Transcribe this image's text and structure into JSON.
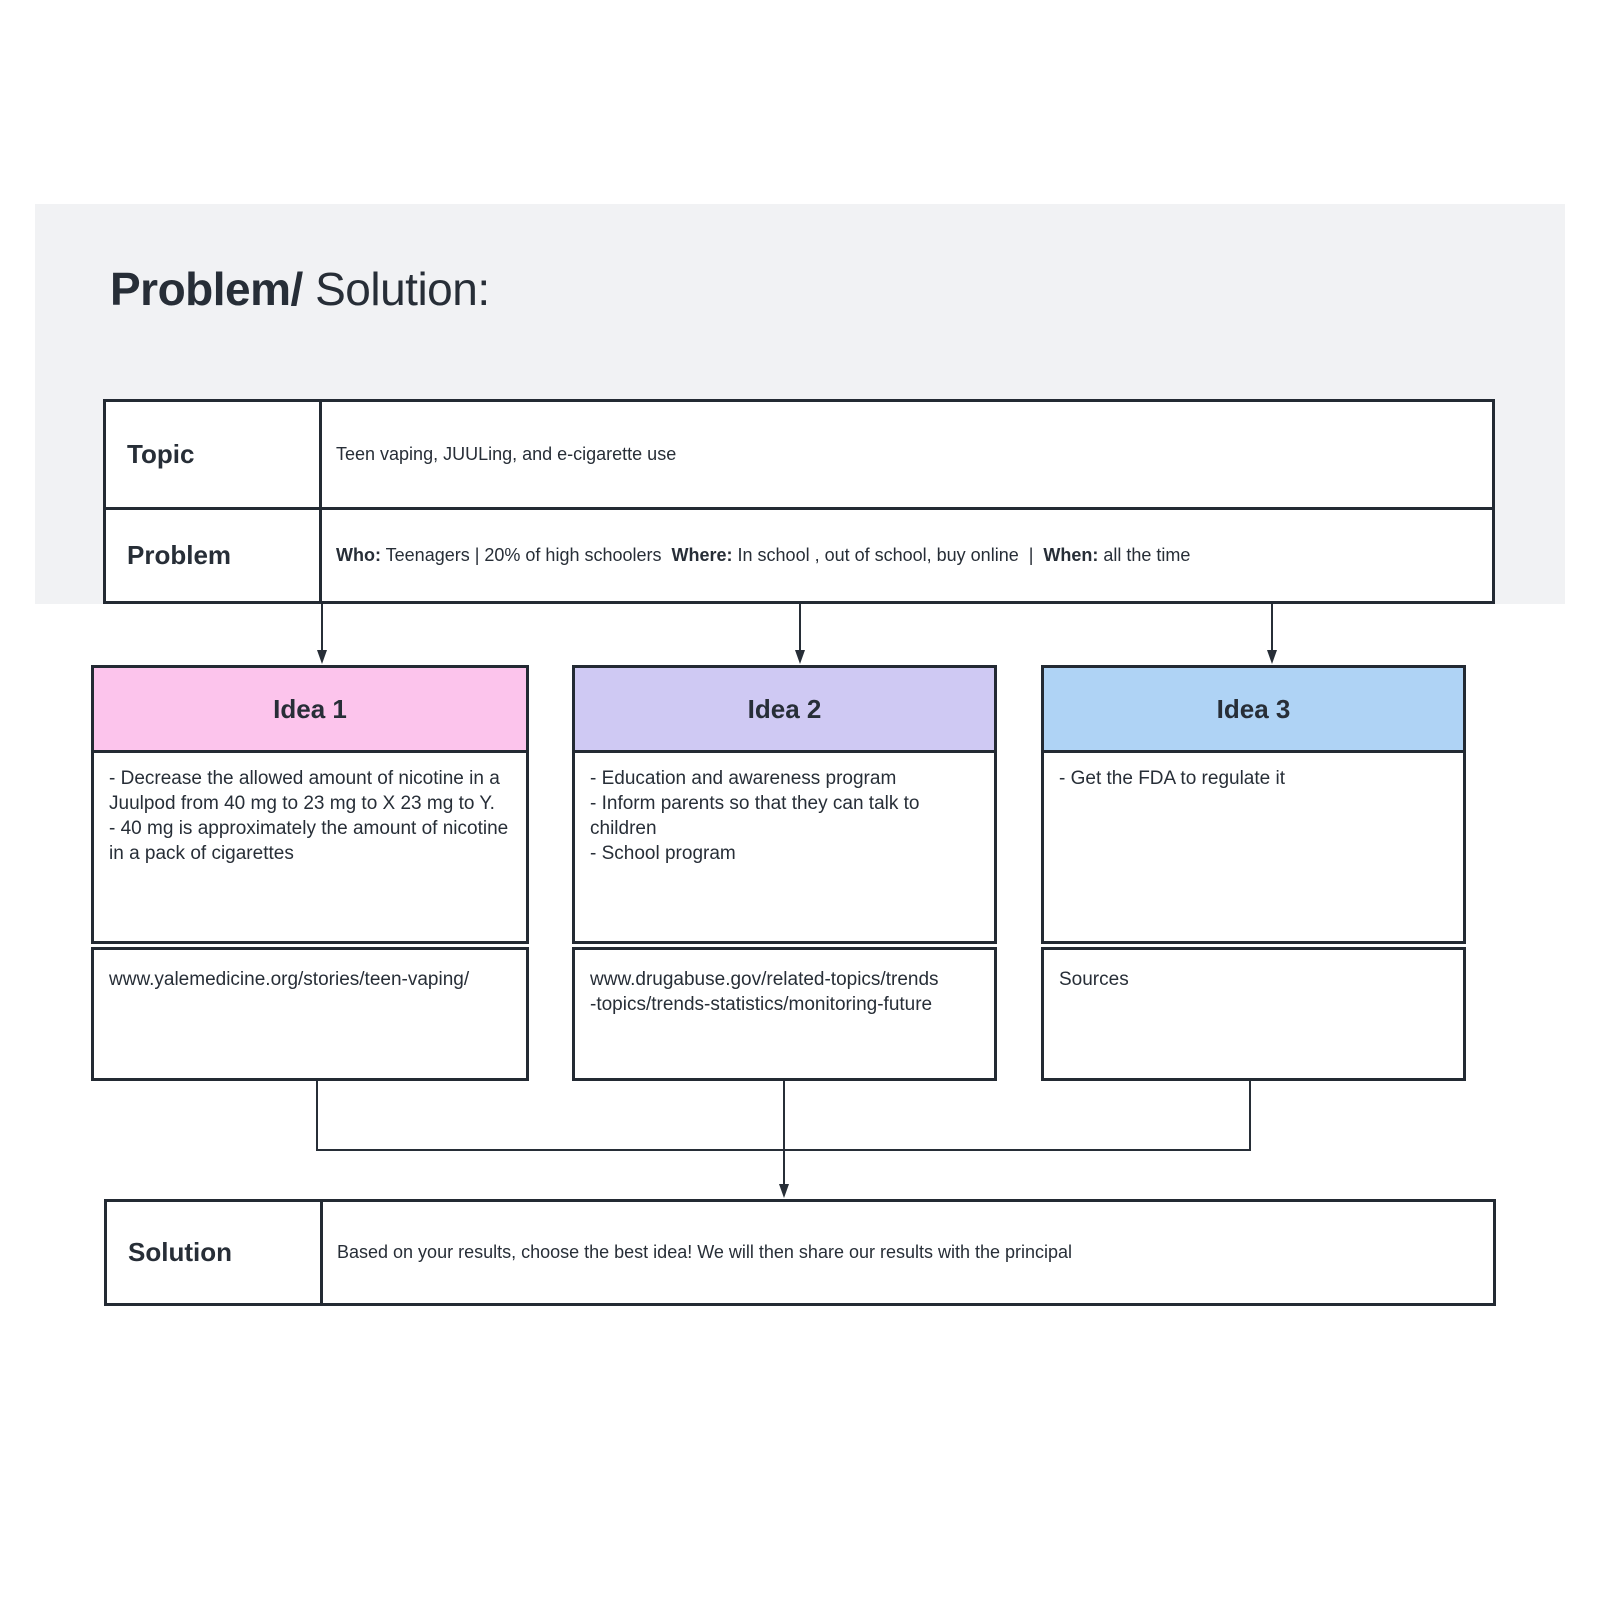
{
  "title": {
    "bold_part": "Problem/",
    "regular_part": " Solution:"
  },
  "top_table": {
    "topic_label": "Topic",
    "topic_value": "Teen vaping, JUULing, and e-cigarette use",
    "problem_label": "Problem",
    "problem_segments": [
      {
        "label": "Who:",
        "text": " Teenagers | 20% of high schoolers  "
      },
      {
        "label": "Where:",
        "text": " In school , out of school, buy online  |  "
      },
      {
        "label": "When:",
        "text": " all the time"
      }
    ]
  },
  "ideas": [
    {
      "header": "Idea 1",
      "header_color": "#fcc4ec",
      "body": "- Decrease the allowed amount of nicotine in a Juulpod from 40 mg to 23 mg to X 23 mg to Y.\n- 40 mg is approximately the amount of nicotine in a pack of cigarettes",
      "source": "www.yalemedicine.org/stories/teen-vaping/"
    },
    {
      "header": "Idea 2",
      "header_color": "#cfc9f3",
      "body": "- Education and awareness program\n- Inform parents so that they can talk to children\n- School program",
      "source": "www.drugabuse.gov/related-topics/trends\n-topics/trends-statistics/monitoring-future"
    },
    {
      "header": "Idea 3",
      "header_color": "#afd3f5",
      "body": "- Get the FDA to regulate it",
      "source": "Sources"
    }
  ],
  "solution_table": {
    "label": "Solution",
    "value": "Based on your results, choose the best idea! We will then share our results with the principal"
  },
  "colors": {
    "panel_background": "#f1f2f4",
    "line": "#272e37",
    "text": "#272e37"
  }
}
